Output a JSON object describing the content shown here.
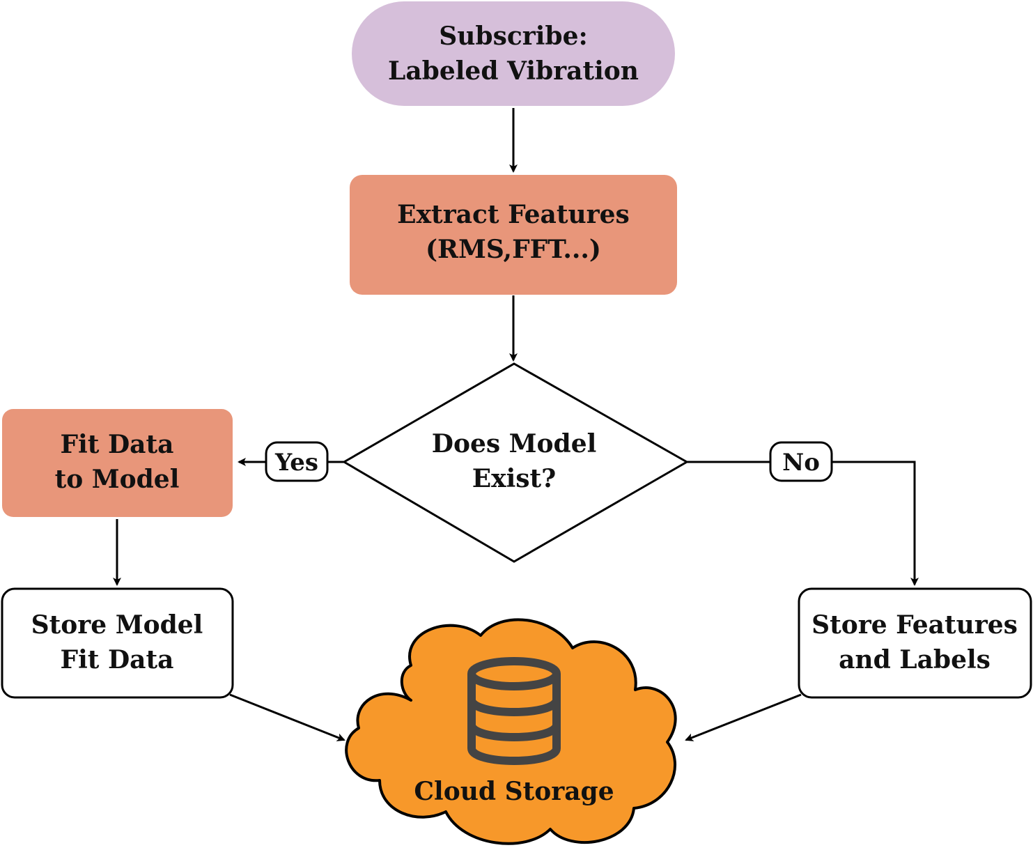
{
  "nodes": {
    "subscribe": {
      "lines": [
        "Subscribe:",
        "Labeled Vibration"
      ]
    },
    "extract": {
      "lines": [
        "Extract Features",
        "(RMS,FFT...)"
      ]
    },
    "decision": {
      "lines": [
        "Does Model",
        "Exist?"
      ]
    },
    "fit": {
      "lines": [
        "Fit Data",
        "to Model"
      ]
    },
    "store_model": {
      "lines": [
        "Store Model",
        "Fit Data"
      ]
    },
    "store_features": {
      "lines": [
        "Store Features",
        "and Labels"
      ]
    },
    "cloud": {
      "label": "Cloud Storage"
    }
  },
  "edge_labels": {
    "yes": "Yes",
    "no": "No"
  },
  "colors": {
    "subscribe_fill": "#d6bfda",
    "process_fill": "#e8967a",
    "cloud_fill": "#f7982a",
    "database_icon": "#444444",
    "stroke": "#000000"
  },
  "icons": {
    "cloud": "database-icon"
  }
}
